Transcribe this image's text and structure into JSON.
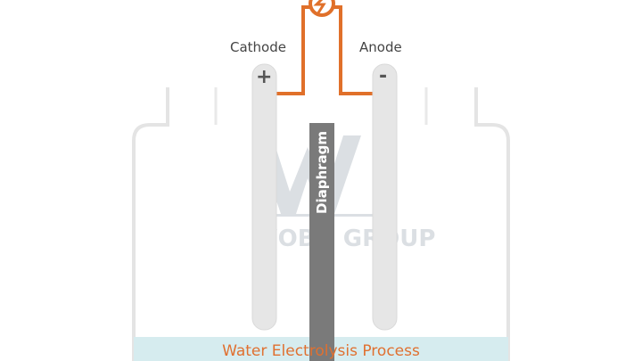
{
  "labels": {
    "cathode": "Cathode",
    "anode": "Anode",
    "cathode_sign": "+",
    "anode_sign": "-",
    "diaphragm": "Diaphragm",
    "caption": "Water Electrolysis Process"
  },
  "watermark": {
    "brand": "WOBO GROUP"
  },
  "colors": {
    "wire": "#e0702a",
    "electrode": "#e6e6e6",
    "electrode_edge": "#cfcfcf",
    "diaphragm": "#7a7a7a",
    "tank_outline": "#e4e4e4",
    "water": "#d6ecef",
    "caption_text": "#e07030",
    "watermark": "#9aa6b2"
  }
}
